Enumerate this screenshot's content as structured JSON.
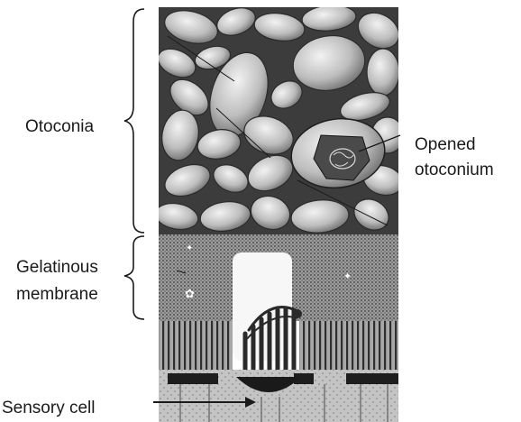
{
  "labels": {
    "otoconia": "Otoconia",
    "opened_line1": "Opened",
    "opened_line2": "otoconium",
    "gelatinous_line1": "Gelatinous",
    "gelatinous_line2": "membrane",
    "sensory_cell": "Sensory cell"
  },
  "colors": {
    "crystal_fill": "#d2d2d2",
    "crystal_dark": "#2a2a2a",
    "membrane_fill": "#8a8a8a",
    "hair_bundle": "#3a3a3a",
    "cell_layer": "#b8b8b8",
    "label_text": "#1a1a1a"
  }
}
